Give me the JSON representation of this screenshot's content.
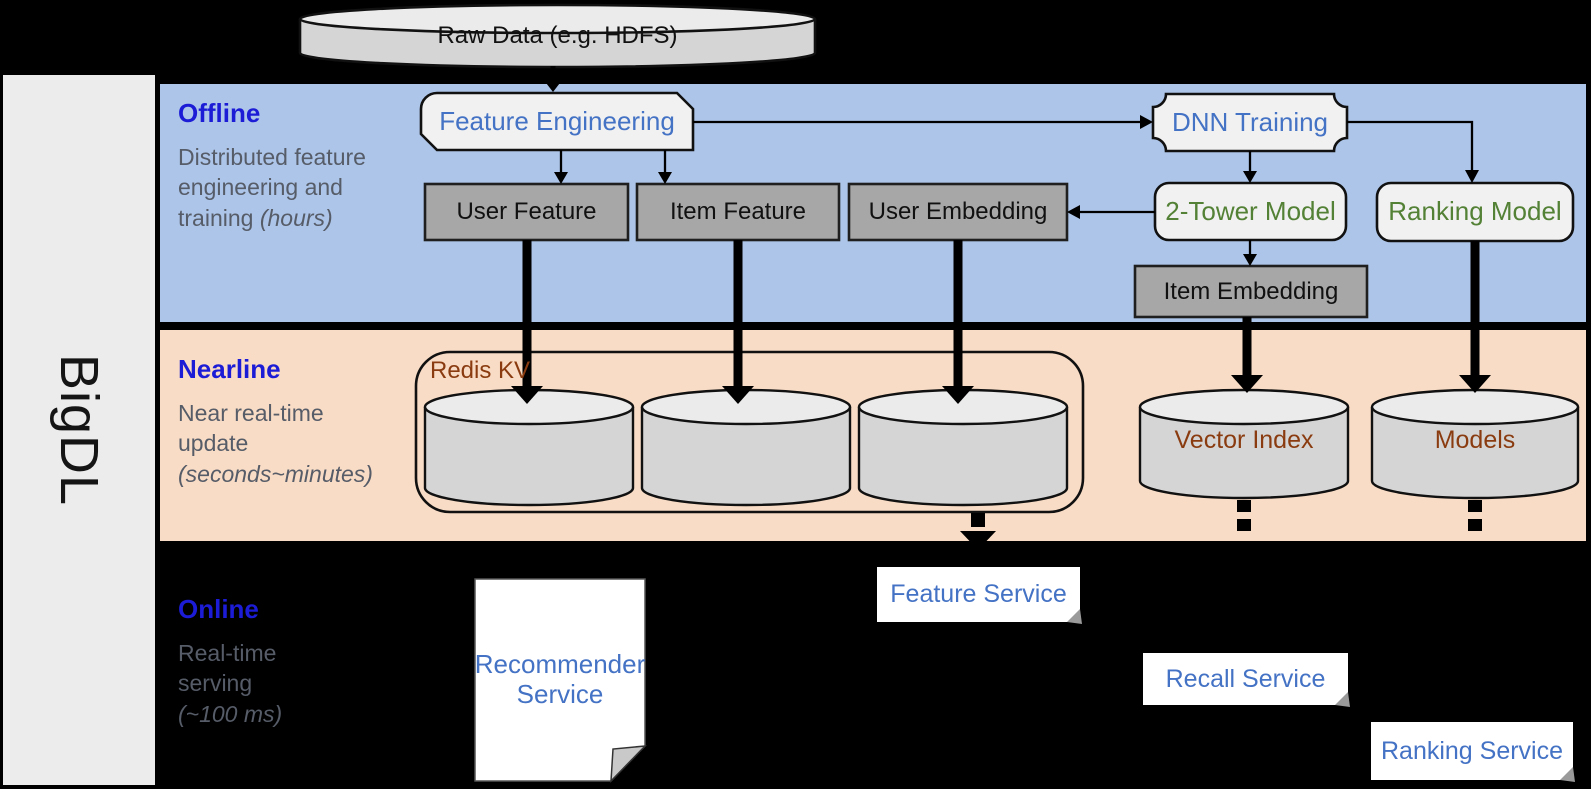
{
  "brand": {
    "name": "BigDL"
  },
  "source": {
    "label": "Raw Data (e.g. HDFS)"
  },
  "sections": {
    "offline": {
      "label": "Offline",
      "desc": "Distributed feature engineering and training",
      "note": "(hours)"
    },
    "nearline": {
      "label": "Nearline",
      "desc": "Near real-time update",
      "note": "(seconds~minutes)"
    },
    "online": {
      "label": "Online",
      "desc": "Real-time serving",
      "note": "(~100 ms)"
    }
  },
  "nodes": {
    "feature_engineering": "Feature Engineering",
    "dnn_training": "DNN Training",
    "user_feature": "User Feature",
    "item_feature": "Item Feature",
    "user_embedding": "User Embedding",
    "two_tower_model": "2-Tower Model",
    "ranking_model": "Ranking Model",
    "item_embedding": "Item Embedding",
    "redis_kv": "Redis KV",
    "vector_index": "Vector Index",
    "models": "Models",
    "recommender_service": "Recommender Service",
    "feature_service": "Feature Service",
    "recall_service": "Recall Service",
    "ranking_service": "Ranking Service"
  },
  "colors": {
    "background": "#000000",
    "band_offline": "#adc5e8",
    "band_nearline": "#f9dcc5",
    "sidebar_fill": "#ececec",
    "section_label_blue": "#1c1cd6",
    "section_desc_gray": "#565c68",
    "node_text_blue": "#4472c4",
    "node_text_green": "#538135",
    "storage_text_brown": "#8a3c10",
    "gray_box_fill": "#a7a7a7",
    "light_shape_fill": "#f1f1f1",
    "cylinder_fill": "#d5d5d5",
    "service_box_fill": "#ffffff"
  }
}
